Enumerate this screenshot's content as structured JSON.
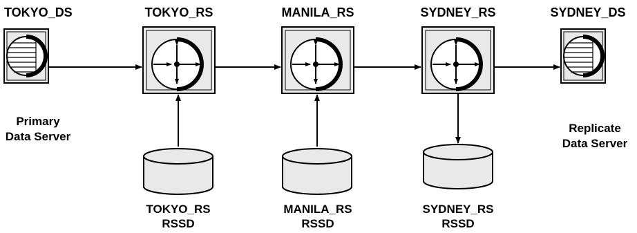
{
  "nodes": {
    "tokyo_ds": {
      "title": "TOKYO_DS",
      "caption_line1": "Primary",
      "caption_line2": "Data Server"
    },
    "tokyo_rs": {
      "title": "TOKYO_RS",
      "db_line1": "TOKYO_RS",
      "db_line2": "RSSD"
    },
    "manila_rs": {
      "title": "MANILA_RS",
      "db_line1": "MANILA_RS",
      "db_line2": "RSSD"
    },
    "sydney_rs": {
      "title": "SYDNEY_RS",
      "db_line1": "SYDNEY_RS",
      "db_line2": "RSSD"
    },
    "sydney_ds": {
      "title": "SYDNEY_DS",
      "caption_line1": "Replicate",
      "caption_line2": "Data Server"
    }
  },
  "colors": {
    "line": "#000000",
    "fill": "#e9e9e9",
    "background": "#ffffff"
  }
}
